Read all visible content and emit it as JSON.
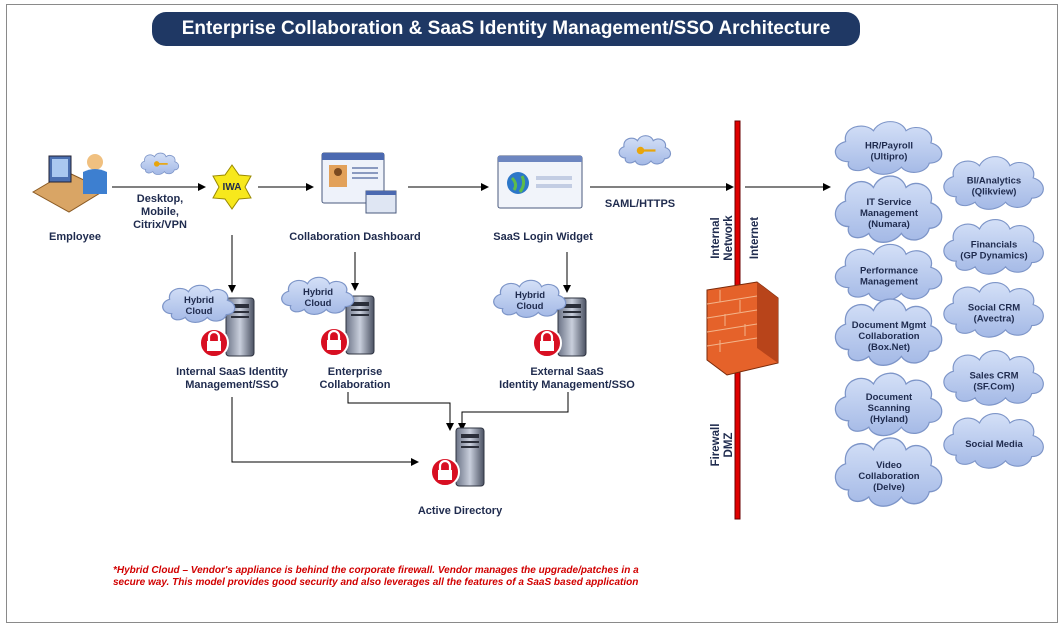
{
  "title": "Enterprise Collaboration & SaaS Identity Management/SSO Architecture",
  "employee": {
    "label": "Employee",
    "access_methods": [
      "Desktop,",
      "Mobile,",
      "Citrix/VPN"
    ]
  },
  "iwa_label": "IWA",
  "collaboration_dashboard": "Collaboration Dashboard",
  "saas_login_widget": "SaaS Login Widget",
  "protocol_label": "SAML/HTTPS",
  "hybrid_cloud_label": [
    "Hybrid",
    "Cloud"
  ],
  "servers": {
    "internal": [
      "Internal SaaS Identity",
      "Management/SSO"
    ],
    "enterprise": [
      "Enterprise",
      "Collaboration"
    ],
    "external": [
      "External SaaS",
      "Identity Management/SSO"
    ],
    "active_directory": "Active Directory"
  },
  "zones": {
    "internal_network": [
      "Internal",
      "Network"
    ],
    "internet": "Internet",
    "firewall_dmz": [
      "Firewall",
      "DMZ"
    ]
  },
  "apps": {
    "col1": [
      [
        "HR/Payroll",
        "(Ultipro)"
      ],
      [
        "IT Service",
        "Management",
        "(Numara)"
      ],
      [
        "Performance",
        "Management"
      ],
      [
        "Document Mgmt",
        "Collaboration",
        "(Box.Net)"
      ],
      [
        "Document",
        "Scanning",
        "(Hyland)"
      ],
      [
        "Video",
        "Collaboration",
        "(Delve)"
      ]
    ],
    "col2": [
      [
        "BI/Analytics",
        "(Qlikview)"
      ],
      [
        "Financials",
        "(GP Dynamics)"
      ],
      [
        "Social CRM",
        "(Avectra)"
      ],
      [
        "Sales CRM",
        "(SF.Com)"
      ],
      [
        "Social Media"
      ]
    ]
  },
  "footnote": [
    "*Hybrid Cloud – Vendor's appliance is behind the corporate firewall. Vendor manages the upgrade/patches in a",
    "secure way. This model provides good security and also leverages all the features of a SaaS based application"
  ],
  "colors": {
    "banner": "#1f3864",
    "cloud_fill": "#b7c9ee",
    "firewall_line": "#e00000",
    "footnote": "#d10000"
  }
}
